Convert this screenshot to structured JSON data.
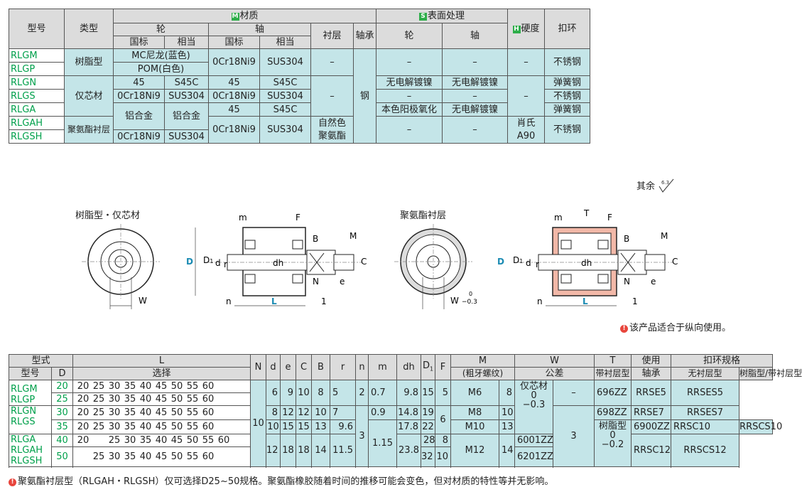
{
  "top": {
    "headers": {
      "model": "型号",
      "type": "类型",
      "material": "材质",
      "wheel": "轮",
      "shaft": "轴",
      "gb": "国标",
      "equiv": "相当",
      "lining": "衬层",
      "bearing": "轴承",
      "surface": "表面处理",
      "hardness": "硬度",
      "snap": "扣环",
      "badge_m": "M",
      "badge_s": "S",
      "badge_h": "H"
    },
    "codes": [
      "RLGM",
      "RLGP",
      "RLGN",
      "RLGS",
      "RLGA",
      "RLGAH",
      "RLGSH"
    ],
    "types": {
      "resin": "树脂型",
      "core": "仅芯材",
      "pu": "聚氨酯衬层"
    },
    "wheel": {
      "mc": "MC尼龙(蓝色)",
      "pom": "POM(白色)",
      "n45": "45",
      "ns45c": "S45C",
      "s_gb": "0Cr18Ni9",
      "s_eq": "SUS304",
      "al1": "铝合金",
      "al2": "铝合金",
      "h_gb": "0Cr18Ni9",
      "h_eq": "SUS304"
    },
    "shaft": {
      "r_gb": "0Cr18Ni9",
      "r_eq": "SUS304",
      "n_gb": "45",
      "n_eq": "S45C",
      "s_gb": "0Cr18Ni9",
      "s_eq": "SUS304",
      "a_gb": "45",
      "a_eq": "S45C",
      "h_gb": "0Cr18Ni9",
      "h_eq": "SUS304"
    },
    "lining": {
      "dash": "–",
      "dash2": "–",
      "pu1": "自然色",
      "pu2": "聚氨酯"
    },
    "bearing": "钢",
    "surface": {
      "dash": "–",
      "dash2": "–",
      "n_wheel": "无电解镀镍",
      "n_shaft": "无电解镀镍",
      "s_wheel": "–",
      "s_shaft": "–",
      "a_wheel": "本色阳极氧化",
      "a_shaft": "无电解镀镍",
      "h_wheel": "–",
      "h_shaft": "–"
    },
    "hardness": {
      "d1": "–",
      "d2": "–",
      "h1": "肖氏",
      "h2": "A90"
    },
    "snap": [
      "不锈钢",
      "弹簧钢",
      "不锈钢",
      "弹簧钢",
      "不锈钢"
    ]
  },
  "figures": {
    "roughness_label": "其余",
    "roughness_value": "6.3",
    "title_left": "树脂型・仅芯材",
    "title_right": "聚氨酯衬层",
    "dims": {
      "m": "m",
      "F": "F",
      "B": "B",
      "M": "M",
      "D": "D",
      "D1": "D",
      "D1sub": "1",
      "d": "d",
      "r": "r",
      "dh": "dh",
      "C": "C",
      "N": "N",
      "e": "e",
      "n": "n",
      "L": "L",
      "one": "1",
      "W": "W",
      "T": "T",
      "tol_up": "0",
      "tol_low": "−0.3"
    },
    "note": "该产品适合于纵向使用。"
  },
  "bottom": {
    "h": {
      "form": "型式",
      "model": "型号",
      "D": "D",
      "L": "L",
      "select": "选择",
      "N": "N",
      "d": "d",
      "e": "e",
      "C": "C",
      "B": "B",
      "r": "r",
      "n": "n",
      "m": "m",
      "dh": "dh",
      "D1": "D",
      "D1sub": "1",
      "F": "F",
      "M": "M",
      "Msub": "(粗牙螺纹)",
      "W": "W",
      "Wsub": "公差",
      "T": "T",
      "Tsub": "带衬层型",
      "use": "使用",
      "usesub": "轴承",
      "snap": "扣环规格",
      "snap1": "无衬层型",
      "snap2": "树脂型/带衬层型"
    },
    "codes": [
      "RLGM",
      "RLGP",
      "RLGN",
      "RLGS",
      "RLGA",
      "RLGAH",
      "RLGSH"
    ],
    "Dvals": [
      "20",
      "25",
      "30",
      "35",
      "40",
      "50"
    ],
    "Lrows": [
      [
        "20",
        "25",
        "30",
        "35",
        "40",
        "45",
        "50",
        "55",
        "60"
      ],
      [
        "20",
        "25",
        "30",
        "35",
        "40",
        "45",
        "50",
        "55",
        "60"
      ],
      [
        "20",
        "25",
        "30",
        "35",
        "40",
        "45",
        "50",
        "55",
        "60"
      ],
      [
        "20",
        "25",
        "30",
        "35",
        "40",
        "45",
        "50",
        "55",
        "60"
      ],
      [
        "20",
        "",
        "25",
        "30",
        "35",
        "40",
        "45",
        "50",
        "55",
        "60"
      ],
      [
        "",
        "25",
        "30",
        "35",
        "40",
        "45",
        "50",
        "55",
        "60"
      ]
    ],
    "N": "10",
    "rows": [
      {
        "d": "6",
        "e": "9",
        "C": "10",
        "B": "8",
        "r": "5",
        "n": "2",
        "m": "0.7",
        "dh": "9.8",
        "D1": "15",
        "F": "5",
        "M": "M6",
        "W": "8",
        "bear": "696ZZ",
        "s1": "RRSE5",
        "s2": "RRSES5"
      },
      {
        "d": "8",
        "e": "12",
        "C": "12",
        "B": "10",
        "r": "7",
        "m": "0.9",
        "dh": "14.8",
        "D1": "19",
        "F": "6",
        "M": "M8",
        "W": "10",
        "bear": "698ZZ",
        "s1": "RRSE7",
        "s2": "RRSES7"
      },
      {
        "d": "10",
        "e": "15",
        "C": "15",
        "B": "13",
        "r": "9.6",
        "n": "3",
        "m": "1.15",
        "dh": "17.8",
        "D1": "22",
        "M": "M10",
        "W": "13",
        "bear": "6900ZZ",
        "s1": "RRSC10",
        "s2": "RRSCS10"
      },
      {
        "d": "12",
        "e": "18",
        "C": "18",
        "B": "14",
        "r": "11.5",
        "dh": "23.8",
        "D1a": "28",
        "D1b": "32",
        "Fa": "8",
        "Fb": "10",
        "M": "M12",
        "W": "14",
        "bear_a": "6001ZZ",
        "bear_b": "6201ZZ",
        "s1": "RRSC12",
        "s2": "RRSCS12"
      }
    ],
    "wtol": {
      "core": "仅芯材",
      "core_up": "0",
      "core_low": "−0.3",
      "resin": "树脂型",
      "resin_up": "0",
      "resin_low": "−0.2"
    },
    "T": {
      "dash": "–",
      "val": "3"
    },
    "footnote": "聚氨酯衬层型（RLGAH・RLGSH）仅可选择D25~50规格。聚氨酯橡胶随着时间的推移可能会变色，但对材质的特性等并无影响。"
  }
}
